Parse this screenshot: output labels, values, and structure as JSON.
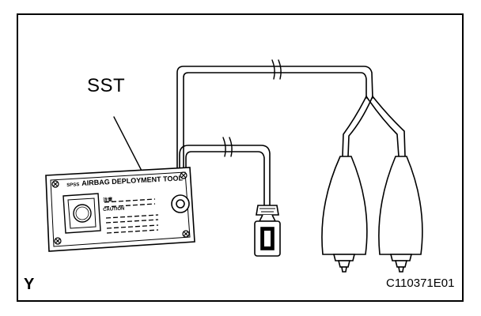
{
  "diagram": {
    "callout_label": "SST",
    "corner_mark": "Y",
    "figure_code": "C110371E01",
    "tool": {
      "brand": "SPSS",
      "title": "AIRBAG DEPLOYMENT TOOL",
      "caution_jp": "注意",
      "caution": "CAUTION"
    },
    "colors": {
      "line": "#000000",
      "background": "#ffffff"
    }
  }
}
